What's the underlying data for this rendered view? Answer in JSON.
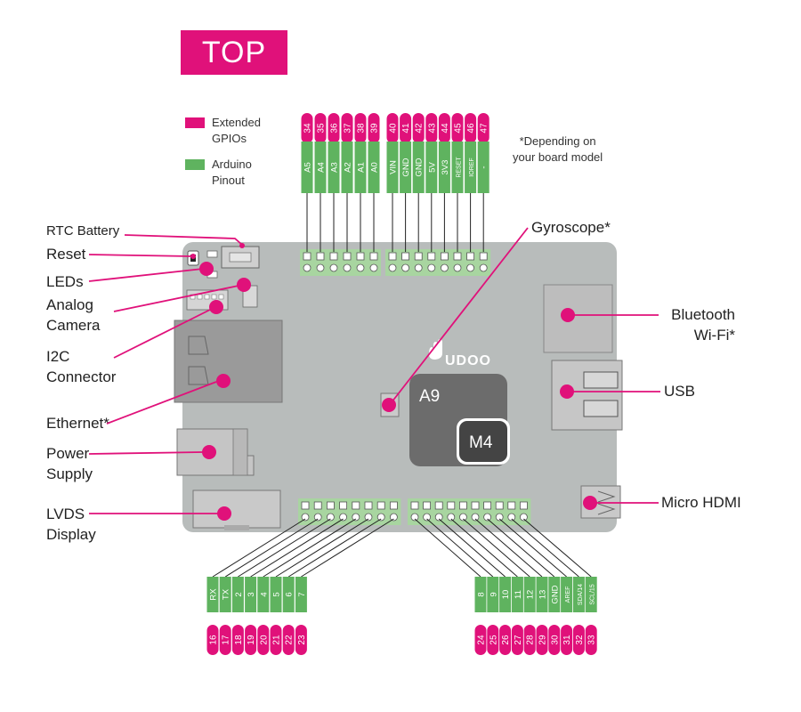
{
  "title": "TOP",
  "legend": {
    "extended": "Extended\nGPIOs",
    "arduino": "Arduino\nPinout"
  },
  "note": "*Depending on\nyour board model",
  "colors": {
    "pink": "#e0117a",
    "green": "#5fb35f",
    "board": "#b8bcbb",
    "chipA9": "#6c6c6c",
    "chipM4": "#444444",
    "header": "#a8d5a0",
    "port": "#9a9a9a"
  },
  "labels": {
    "rtc": "RTC Battery",
    "reset": "Reset",
    "leds": "LEDs",
    "analog_camera": "Analog\nCamera",
    "i2c": "I2C\nConnector",
    "ethernet": "Ethernet*",
    "power": "Power\nSupply",
    "lvds": "LVDS\nDisplay",
    "gyroscope": "Gyroscope*",
    "bluetooth": "Bluetooth\nWi-Fi*",
    "usb": "USB",
    "micro_hdmi": "Micro HDMI"
  },
  "logo": "UDOO",
  "chips": {
    "a9": "A9",
    "m4": "M4"
  },
  "pins": {
    "top_left": {
      "ext": [
        "34",
        "35",
        "36",
        "37",
        "38",
        "39"
      ],
      "ard": [
        "A5",
        "A4",
        "A3",
        "A2",
        "A1",
        "A0"
      ]
    },
    "top_right": {
      "ext": [
        "40",
        "41",
        "42",
        "43",
        "44",
        "45",
        "46",
        "47"
      ],
      "ard": [
        "VIN",
        "GND",
        "GND",
        "5V",
        "3V3",
        "RESET",
        "IOREF",
        "-"
      ]
    },
    "bottom_left": {
      "ard": [
        "RX",
        "TX",
        "2",
        "3",
        "4",
        "5",
        "6",
        "7"
      ],
      "ext": [
        "16",
        "17",
        "18",
        "19",
        "20",
        "21",
        "22",
        "23"
      ]
    },
    "bottom_right": {
      "ard": [
        "8",
        "9",
        "10",
        "11",
        "12",
        "13",
        "GND",
        "AREF",
        "SDA/14",
        "SCL/15"
      ],
      "ext": [
        "24",
        "25",
        "26",
        "27",
        "28",
        "29",
        "30",
        "31",
        "32",
        "33"
      ]
    }
  }
}
